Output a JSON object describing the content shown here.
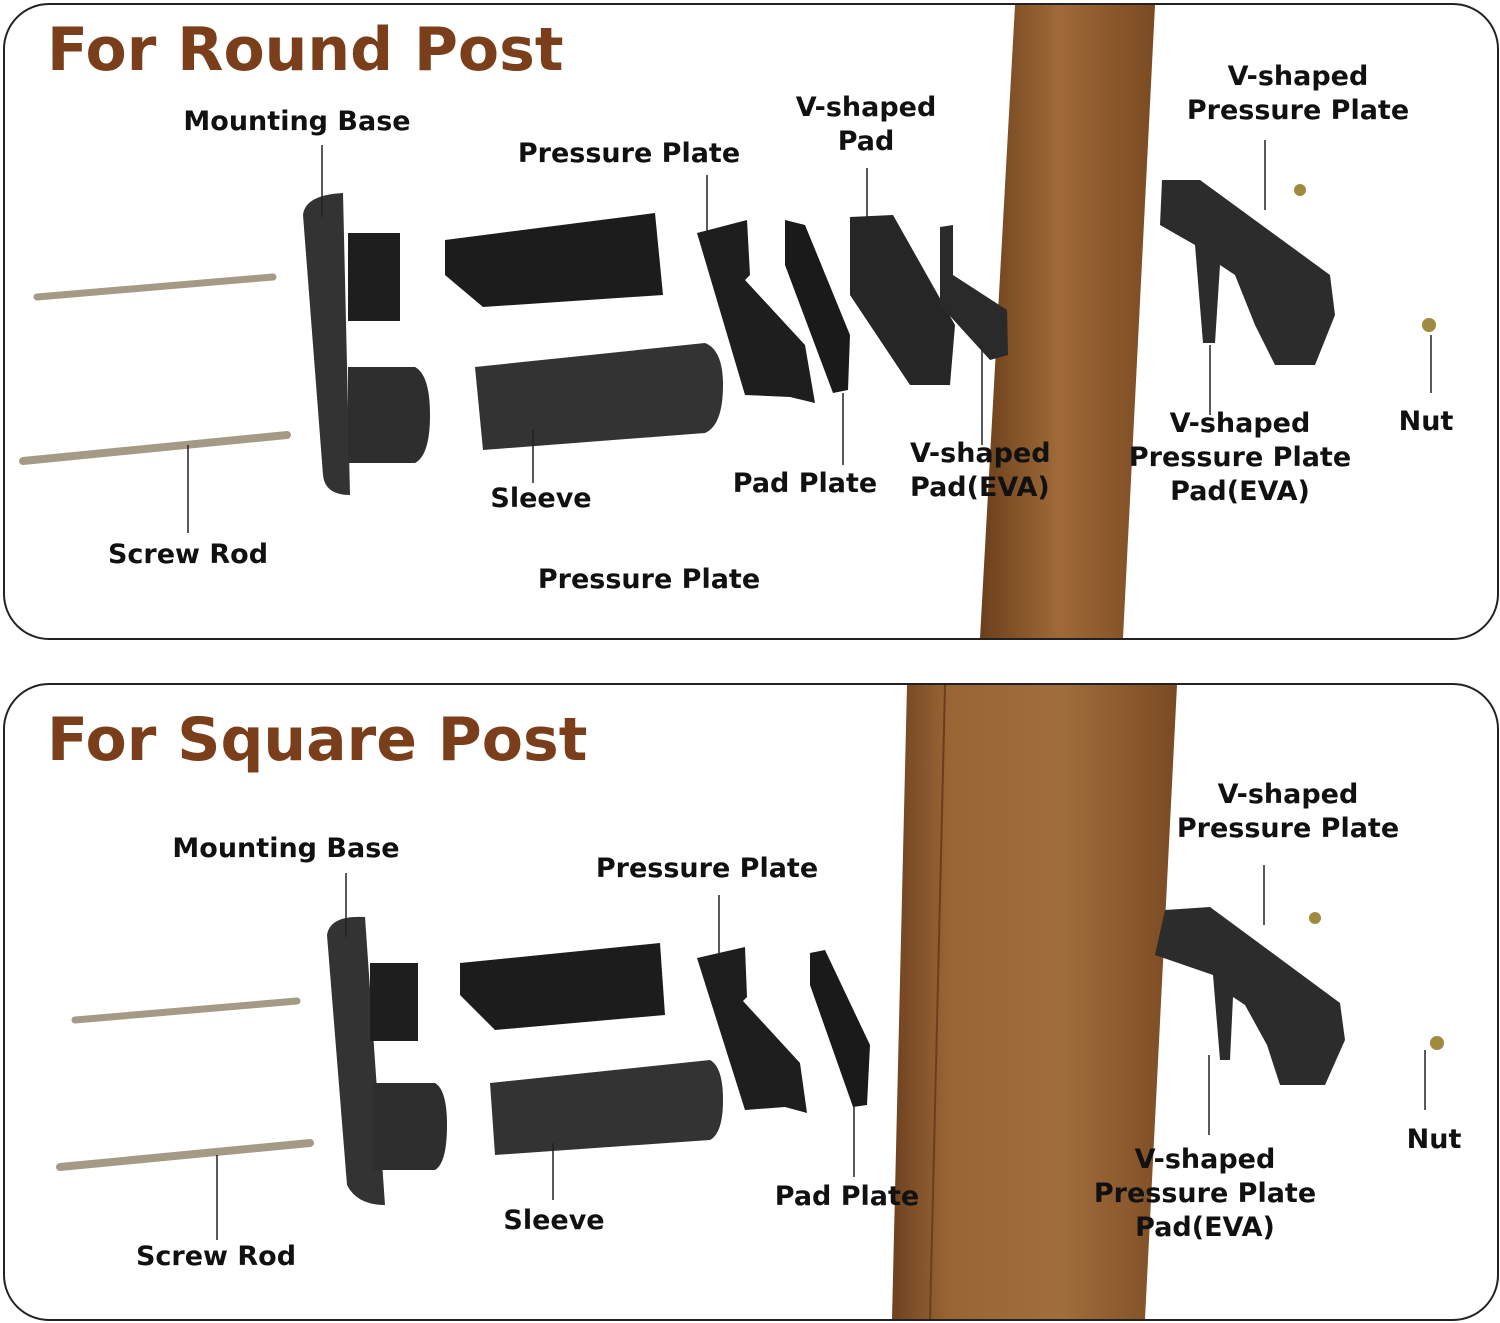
{
  "colors": {
    "title": "#7a3f1a",
    "parts": "#2f2f2f",
    "wood": "#8b5a2b",
    "rod": "#a59a86"
  },
  "round": {
    "title": "For Round Post",
    "labels": {
      "mounting_base": "Mounting Base",
      "pressure_plate_top": "Pressure Plate",
      "v_pad": [
        "V-shaped",
        "Pad"
      ],
      "v_pressure_plate": [
        "V-shaped",
        "Pressure Plate"
      ],
      "nut": "Nut",
      "v_pp_pad_eva": [
        "V-shaped",
        "Pressure Plate",
        "Pad(EVA)"
      ],
      "v_pad_eva": [
        "V-shaped",
        "Pad(EVA)"
      ],
      "pad_plate": "Pad Plate",
      "sleeve": "Sleeve",
      "screw_rod": "Screw Rod",
      "pressure_plate_bottom": "Pressure Plate"
    }
  },
  "square": {
    "title": "For Square Post",
    "labels": {
      "mounting_base": "Mounting Base",
      "pressure_plate": "Pressure Plate",
      "v_pressure_plate": [
        "V-shaped",
        "Pressure Plate"
      ],
      "nut": "Nut",
      "v_pp_pad_eva": [
        "V-shaped",
        "Pressure Plate",
        "Pad(EVA)"
      ],
      "pad_plate": "Pad Plate",
      "sleeve": "Sleeve",
      "screw_rod": "Screw Rod"
    }
  }
}
